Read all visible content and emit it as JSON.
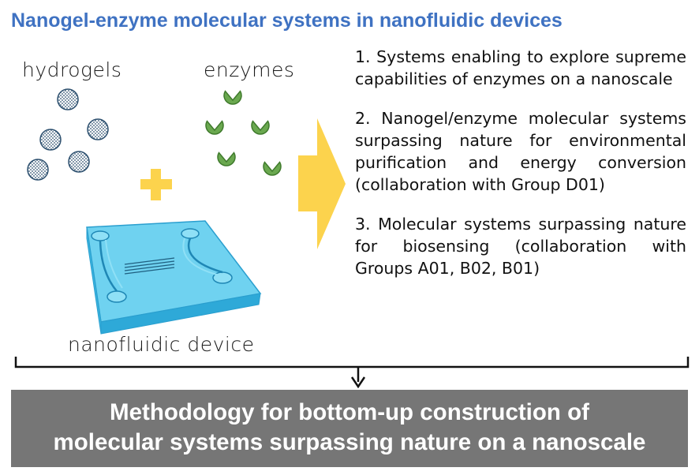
{
  "title": "Nanogel-enzyme molecular systems in nanofluidic devices",
  "labels": {
    "hydrogels": "hydrogels",
    "enzymes": "enzymes",
    "device": "nanofluidic device"
  },
  "points": [
    "1. Systems enabling to explore supreme capabilities of enzymes on a nanoscale",
    "2. Nanogel/enzyme molecular systems surpassing nature for environmental purification and energy conversion (collaboration with Group D01)",
    "3. Molecular systems surpassing nature for biosensing (collaboration with Groups A01, B02, B01)"
  ],
  "conclusion": {
    "line1": "Methodology for bottom-up construction of",
    "line2": "molecular systems surpassing nature on a nanoscale"
  },
  "colors": {
    "title": "#3f72c2",
    "enzyme": "#6aa84f",
    "plus": "#fcd34d",
    "arrow": "#fcd34d",
    "device": "#4fc3e8",
    "banner": "#767676"
  },
  "icons": [
    "hydrogel-bead-icon",
    "enzyme-icon",
    "plus-icon",
    "arrow-right-icon",
    "nanofluidic-chip-icon",
    "down-arrow-icon"
  ]
}
